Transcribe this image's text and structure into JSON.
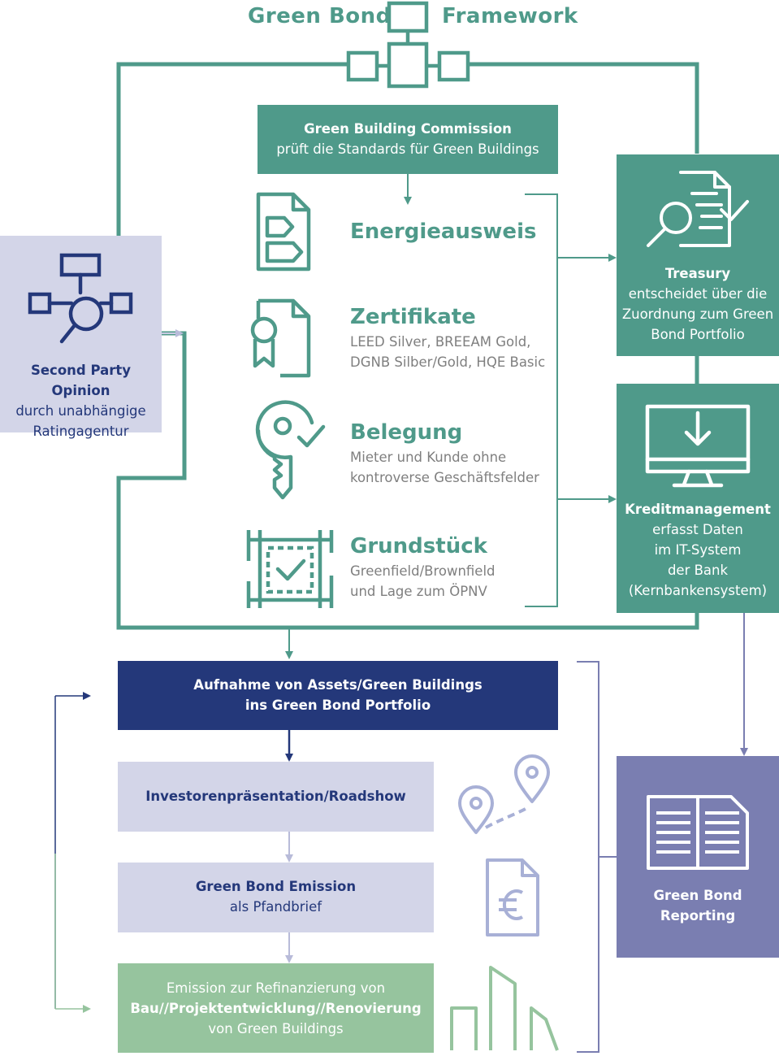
{
  "header": {
    "title_left": "Green Bond",
    "title_right": "Framework"
  },
  "commission": {
    "title": "Green Building Commission",
    "text": "prüft die Standards für Green Buildings"
  },
  "criteria": [
    {
      "title": "Energieausweis",
      "line1": "",
      "line2": "",
      "icon": "energy-certificate-icon"
    },
    {
      "title": "Zertifikate",
      "line1": "LEED Silver, BREEAM Gold,",
      "line2": "DGNB Silber/Gold, HQE Basic",
      "icon": "certificate-icon"
    },
    {
      "title": "Belegung",
      "line1": "Mieter und Kunde ohne",
      "line2": "kontroverse Geschäftsfelder",
      "icon": "key-icon"
    },
    {
      "title": "Grundstück",
      "line1": "Greenfield/Brownfield",
      "line2": "und Lage zum ÖPNV",
      "icon": "site-plan-icon"
    }
  ],
  "second_party": {
    "title": "Second Party Opinion",
    "line1": "durch unabhängige",
    "line2": "Ratingagentur",
    "icon": "network-search-icon"
  },
  "treasury": {
    "title": "Treasury",
    "line1": "entscheidet über die",
    "line2": "Zuordnung zum Green",
    "line3": "Bond Portfolio",
    "icon": "document-search-icon"
  },
  "kredit": {
    "title": "Kreditmanagement",
    "line1": "erfasst Daten",
    "line2": "im IT-System",
    "line3": "der Bank",
    "line4": "(Kernbankensystem)",
    "icon": "monitor-download-icon"
  },
  "aufnahme": {
    "line1": "Aufnahme von Assets/Green Buildings",
    "line2": "ins Green Bond Portfolio"
  },
  "investor": {
    "text": "Investorenpräsentation/Roadshow",
    "icon": "map-pin-route-icon"
  },
  "emission": {
    "line1": "Green Bond Emission",
    "line2": "als Pfandbrief",
    "icon": "euro-document-icon"
  },
  "refinanz": {
    "line1": "Emission zur Refinanzierung von",
    "line2": "Bau//Projektentwicklung//Renovierung",
    "line3": "von Green Buildings",
    "icon": "city-skyline-icon"
  },
  "reporting": {
    "line1": "Green Bond",
    "line2": "Reporting",
    "icon": "open-book-icon"
  },
  "colors": {
    "teal": "#4f9a8a",
    "navy": "#24387a",
    "lavender": "#d3d5e8",
    "purple": "#7a7eb1",
    "light_green": "#96c49e"
  }
}
